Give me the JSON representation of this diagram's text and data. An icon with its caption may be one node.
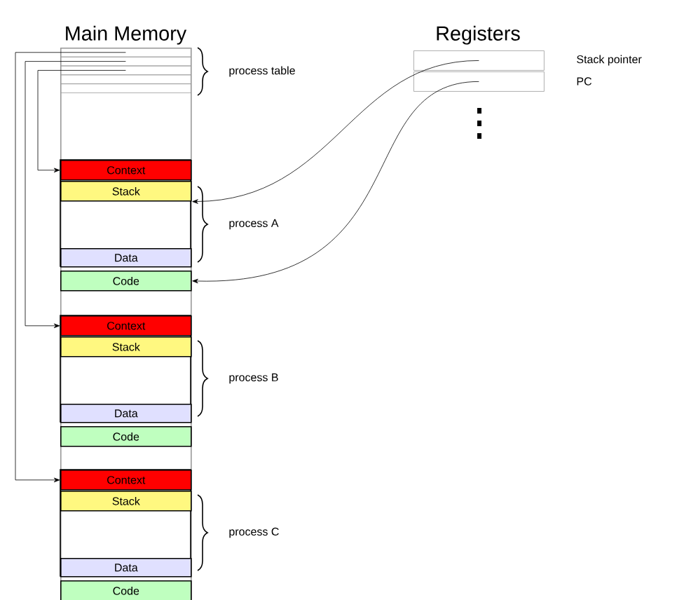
{
  "diagram": {
    "nodes": [
      {
        "text": [
          "Main Memory"
        ]
      },
      {
        "text": [],
        "shape": "box",
        "in": 0
      },
      {
        "text": [],
        "shape": "box",
        "in": 0
      },
      {
        "text": [],
        "shape": "box",
        "in": 0
      },
      {
        "text": [],
        "shape": "box",
        "in": 0
      },
      {
        "text": [],
        "shape": "box",
        "in": 0
      },
      {
        "text": [
          "Context"
        ],
        "in": 0
      },
      {
        "text": [
          "Stack"
        ],
        "in": 0
      },
      {
        "text": [
          "Data"
        ],
        "in": 0
      },
      {
        "text": [
          "Code"
        ],
        "in": 0
      },
      {
        "text": [
          "Context"
        ],
        "in": 0
      },
      {
        "text": [
          "Stack"
        ],
        "in": 0
      },
      {
        "text": [
          "Data"
        ],
        "in": 0
      },
      {
        "text": [
          "Code"
        ],
        "in": 0
      },
      {
        "text": [
          "Context"
        ],
        "in": 0
      },
      {
        "text": [
          "Stack"
        ],
        "in": 0
      },
      {
        "text": [
          "Data"
        ],
        "in": 0
      },
      {
        "text": [
          "Code"
        ],
        "in": 0
      },
      {
        "text": [],
        "shape": "box",
        "beside": [
          "Stack pointer"
        ]
      },
      {
        "text": [],
        "shape": "box",
        "beside": [
          "PC"
        ]
      }
    ],
    "edges": [
      {
        "from": 1,
        "to": 14,
        "arrow": "to"
      },
      {
        "from": 2,
        "to": 10,
        "arrow": "to"
      },
      {
        "from": 3,
        "to": 6,
        "arrow": "to"
      },
      {
        "from": 18,
        "to": 7,
        "arrow": "to"
      },
      {
        "from": 19,
        "to": 9,
        "arrow": "to"
      }
    ],
    "labels": [
      "Registers",
      "process table",
      "process A",
      "process B",
      "process C"
    ]
  }
}
